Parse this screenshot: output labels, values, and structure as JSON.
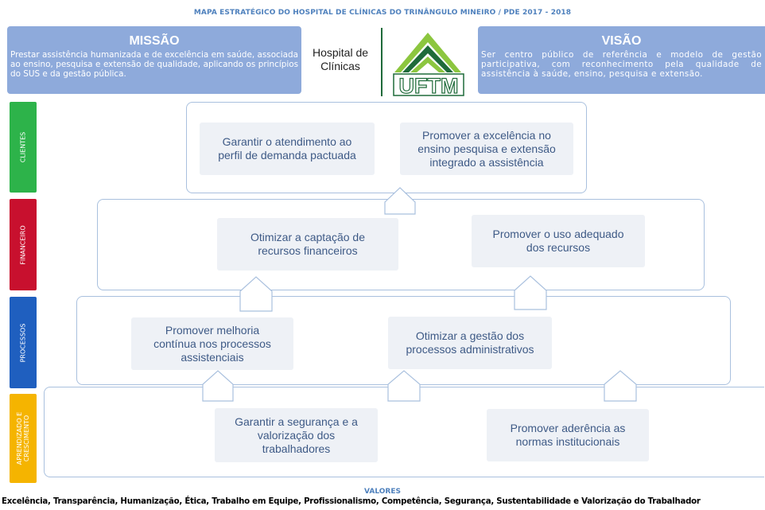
{
  "header": {
    "title": "MAPA ESTRATÉGICO DO HOSPITAL DE CLÍNICAS DO TRINÂNGULO MINEIRO / PDE 2017 - 2018"
  },
  "missao": {
    "title": "MISSÃO",
    "text": "Prestar assistência humanizada e de excelência em saúde, associada ao ensino, pesquisa e extensão de qualidade, aplicando os princípios do SUS e da gestão pública."
  },
  "brand": {
    "line1": "Hospital de",
    "line2": "Clínicas",
    "logo_text": "UFTM"
  },
  "visao": {
    "title": "VISÃO",
    "text": "Ser centro público de referência e modelo de gestão participativa, com reconhecimento pela qualidade de assistência à saúde, ensino, pesquisa e extensão."
  },
  "perspectives": [
    {
      "label": "CLIENTES",
      "color": "#2db34a"
    },
    {
      "label": "FINANCEIRO",
      "color": "#c8102e"
    },
    {
      "label": "PROCESSOS",
      "color": "#1f5fbf"
    },
    {
      "label1": "APRENDIZADO E",
      "label2": "CRESCIMENTO",
      "color": "#f5b400"
    }
  ],
  "objectives": {
    "clientes_1": [
      "Garantir o atendimento ao",
      "perfil de demanda pactuada"
    ],
    "clientes_2": [
      "Promover a excelência no",
      "ensino pesquisa e extensão",
      "integrado a assistência"
    ],
    "financeiro_1": [
      "Otimizar a captação de",
      "recursos financeiros"
    ],
    "financeiro_2": [
      "Promover o uso adequado",
      "dos recursos"
    ],
    "processos_1": [
      "Promover melhoria",
      "contínua nos processos",
      "assistenciais"
    ],
    "processos_2": [
      "Otimizar a gestão dos",
      "processos administrativos"
    ],
    "aprendizado_1": [
      "Garantir a segurança e a",
      "valorização dos",
      "trabalhadores"
    ],
    "aprendizado_2": [
      "Promover aderência as",
      "normas institucionais"
    ]
  },
  "valores": {
    "title": "VALORES",
    "text": "Excelência, Transparência, Humanização, Ética, Trabalho em Equipe, Profissionalismo, Competência, Segurança, Sustentabilidade e Valorização do Trabalhador"
  },
  "colors": {
    "band": "#8eaadb",
    "frame_border": "#a9c0de",
    "objective_bg": "#eef1f6",
    "objective_text": "#3e5a86",
    "logo_green": "#8cc63f",
    "logo_dark": "#1f6b3a"
  }
}
